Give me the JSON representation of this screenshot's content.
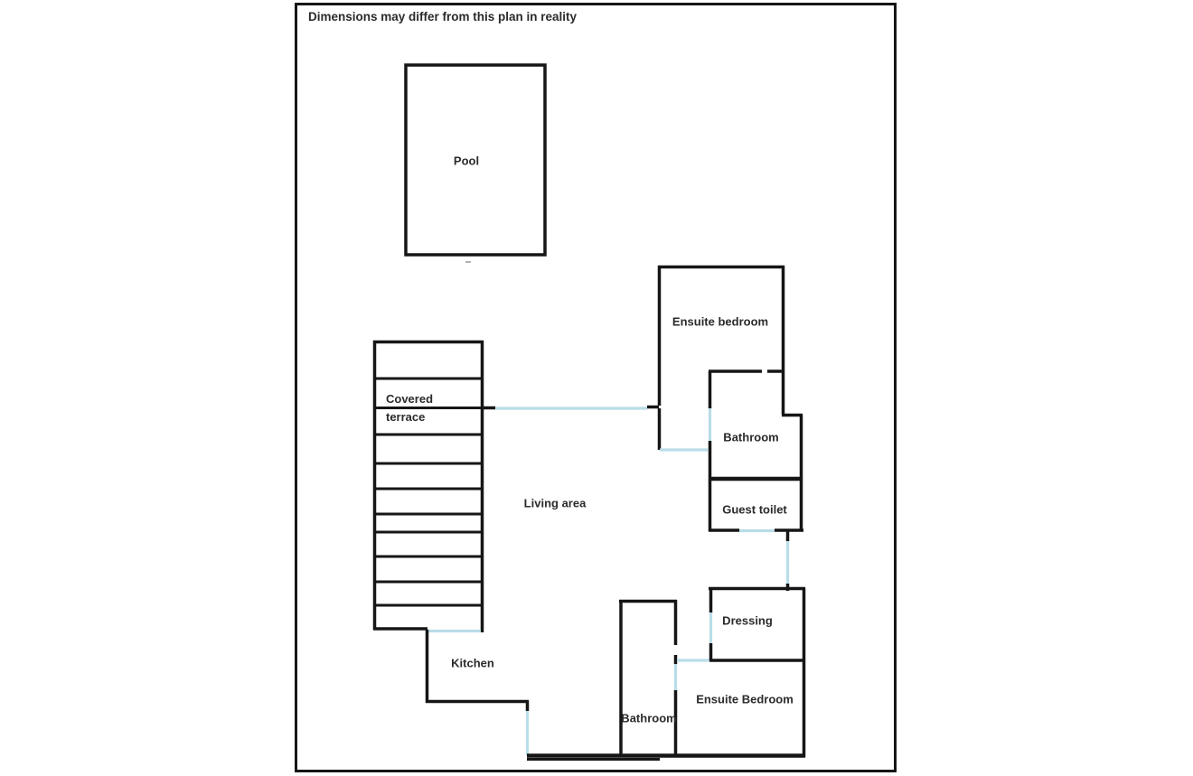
{
  "plan": {
    "disclaimer": "Dimensions may differ from this plan in reality",
    "rooms": {
      "pool": "Pool",
      "covered_terrace_line1": "Covered",
      "covered_terrace_line2": "terrace",
      "living_area": "Living area",
      "kitchen": "Kitchen",
      "ensuite_bedroom_top": "Ensuite bedroom",
      "bathroom_top": "Bathroom",
      "guest_toilet": "Guest toilet",
      "dressing": "Dressing",
      "ensuite_bedroom_bottom": "Ensuite Bedroom",
      "bathroom_bottom": "Bathroom"
    }
  },
  "colors": {
    "wall": "#161616",
    "door_opening": "#b9dde8",
    "text": "#2b2b2b",
    "background": "#ffffff"
  }
}
